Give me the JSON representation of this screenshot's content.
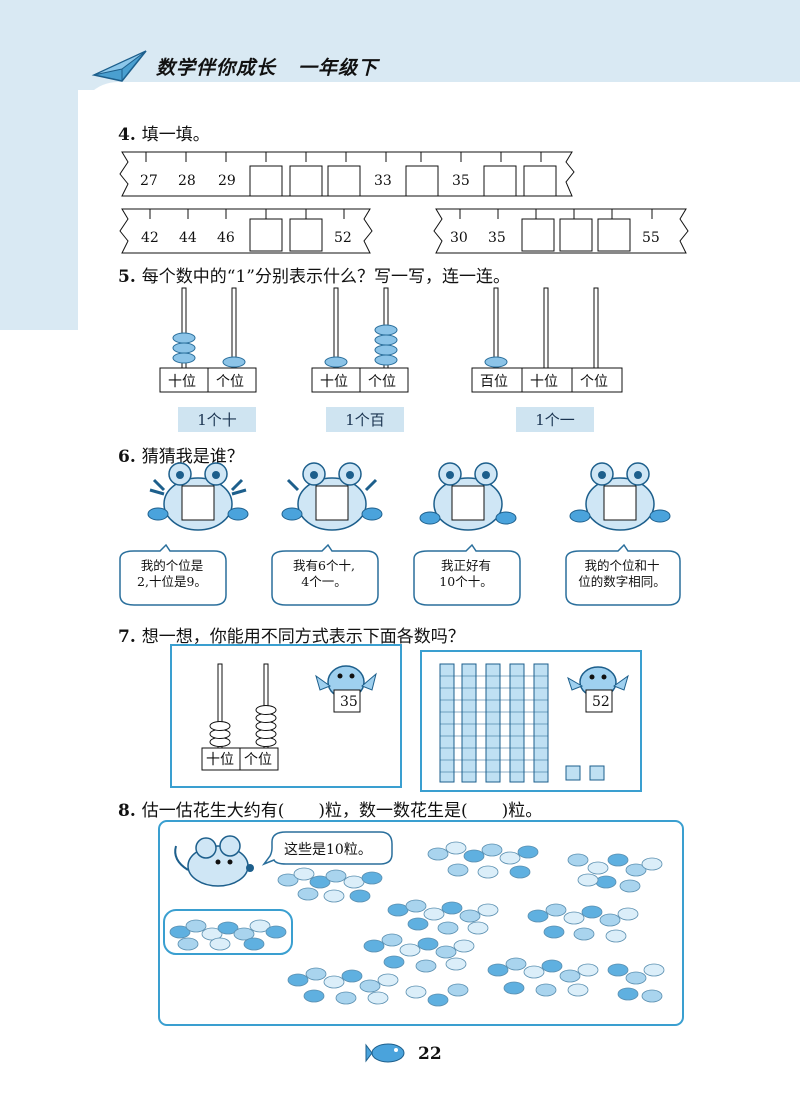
{
  "header": {
    "title": "数学伴你成长",
    "grade": "一年级下"
  },
  "q4": {
    "number": "4.",
    "title": "填一填。",
    "line1": [
      "27",
      "28",
      "29",
      "33",
      "35"
    ],
    "line2": [
      "42",
      "44",
      "46",
      "52"
    ],
    "line3": [
      "30",
      "35",
      "55"
    ]
  },
  "q5": {
    "number": "5.",
    "title": "每个数中的“1”分别表示什么？写一写，连一连。",
    "abacus1": {
      "left": "十位",
      "right": "个位"
    },
    "abacus2": {
      "left": "十位",
      "right": "个位"
    },
    "abacus3": {
      "left": "百位",
      "mid": "十位",
      "right": "个位"
    },
    "hints": [
      "1个十",
      "1个百",
      "1个一"
    ]
  },
  "q6": {
    "number": "6.",
    "title": "猜猜我是谁？",
    "bubbles": [
      {
        "l1": "我的个位是",
        "l2": "2,十位是9。"
      },
      {
        "l1": "我有6个十,",
        "l2": "4个一。"
      },
      {
        "l1": "我正好有",
        "l2": "10个十。"
      },
      {
        "l1": "我的个位和十",
        "l2": "位的数字相同。"
      }
    ]
  },
  "q7": {
    "number": "7.",
    "title": "想一想，你能用不同方式表示下面各数吗？",
    "box1": {
      "left": "十位",
      "right": "个位",
      "sign": "35"
    },
    "box2": {
      "sign": "52"
    }
  },
  "q8": {
    "number": "8.",
    "title": "估一估花生大约有(　　)粒，数一数花生是(　　)粒。",
    "mouse_says": "这些是10粒。"
  },
  "page_number": "22"
}
